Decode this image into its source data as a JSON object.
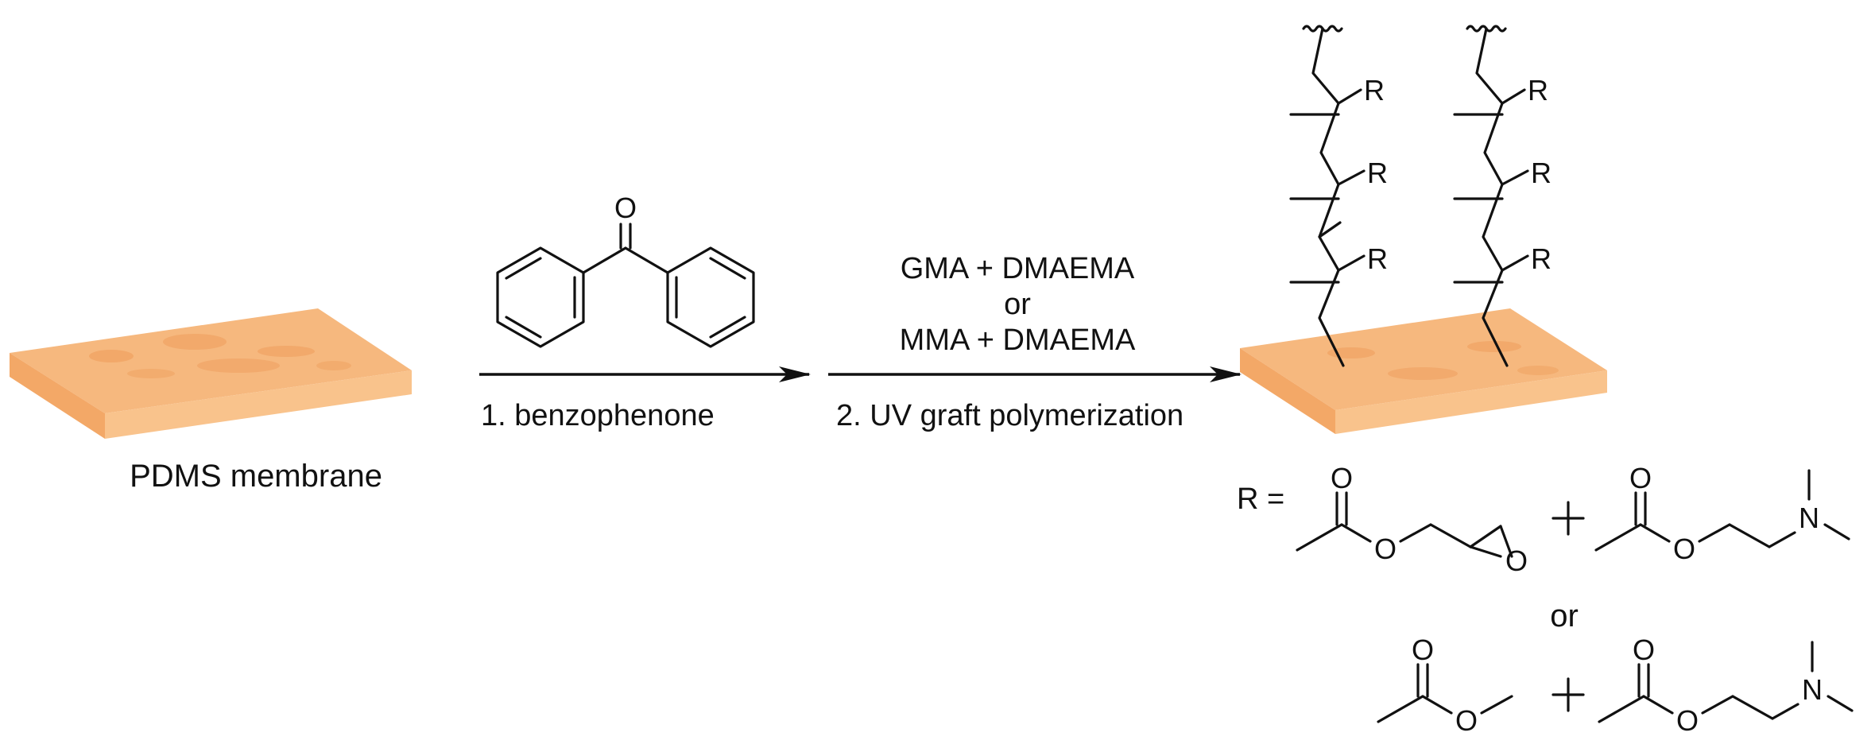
{
  "colors": {
    "membrane_top": "#f6b87e",
    "membrane_top_light": "#fbcf9f",
    "membrane_side": "#f3a867",
    "membrane_front": "#f9c38c",
    "membrane_spots": "#ee9a58",
    "ink": "#111111"
  },
  "labels": {
    "membrane": "PDMS membrane",
    "step1": "1. benzophenone",
    "step2": "2. UV graft polymerization",
    "monomer_combo_1": "GMA + DMAEMA",
    "monomer_or": "or",
    "monomer_combo_2": "MMA + DMAEMA",
    "r_definition": "R =",
    "plus": "+",
    "or_between": "or"
  },
  "atoms": {
    "oxygen": "O",
    "nitrogen": "N",
    "r_group": "R"
  },
  "icons": [
    "benzophenone-structure",
    "polymer-chain-structure",
    "ester-structure",
    "squiggle-bond-icon",
    "reaction-arrow-icon"
  ]
}
